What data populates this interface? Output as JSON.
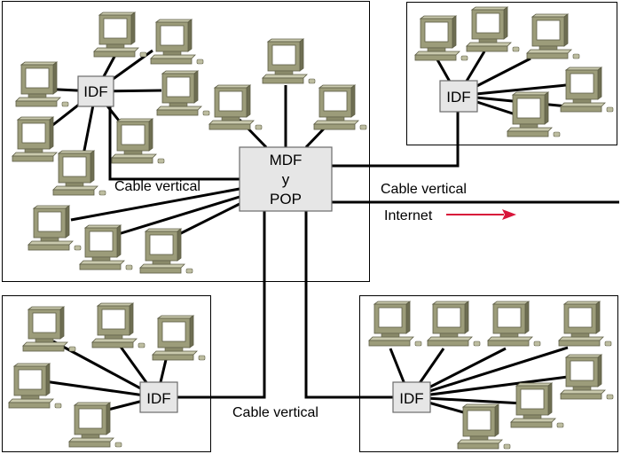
{
  "core": {
    "lines": [
      "MDF",
      "y",
      "POP"
    ]
  },
  "idf_label": "IDF",
  "labels": {
    "cable_vertical_left": "Cable vertical",
    "cable_vertical_right": "Cable vertical",
    "cable_vertical_bottom": "Cable vertical",
    "internet": "Internet"
  },
  "colors": {
    "line": "#000000",
    "box_fill": "#e6e6e6",
    "box_stroke": "#6b6b6b",
    "pc_body": "#9c9c7a",
    "pc_dark": "#6e6e52",
    "pc_screen": "#ffffff",
    "internet_arrow": "#d8153a"
  },
  "icons": [
    "workstation-icon",
    "idf-box",
    "mdf-pop-box",
    "internet-arrow-icon"
  ]
}
